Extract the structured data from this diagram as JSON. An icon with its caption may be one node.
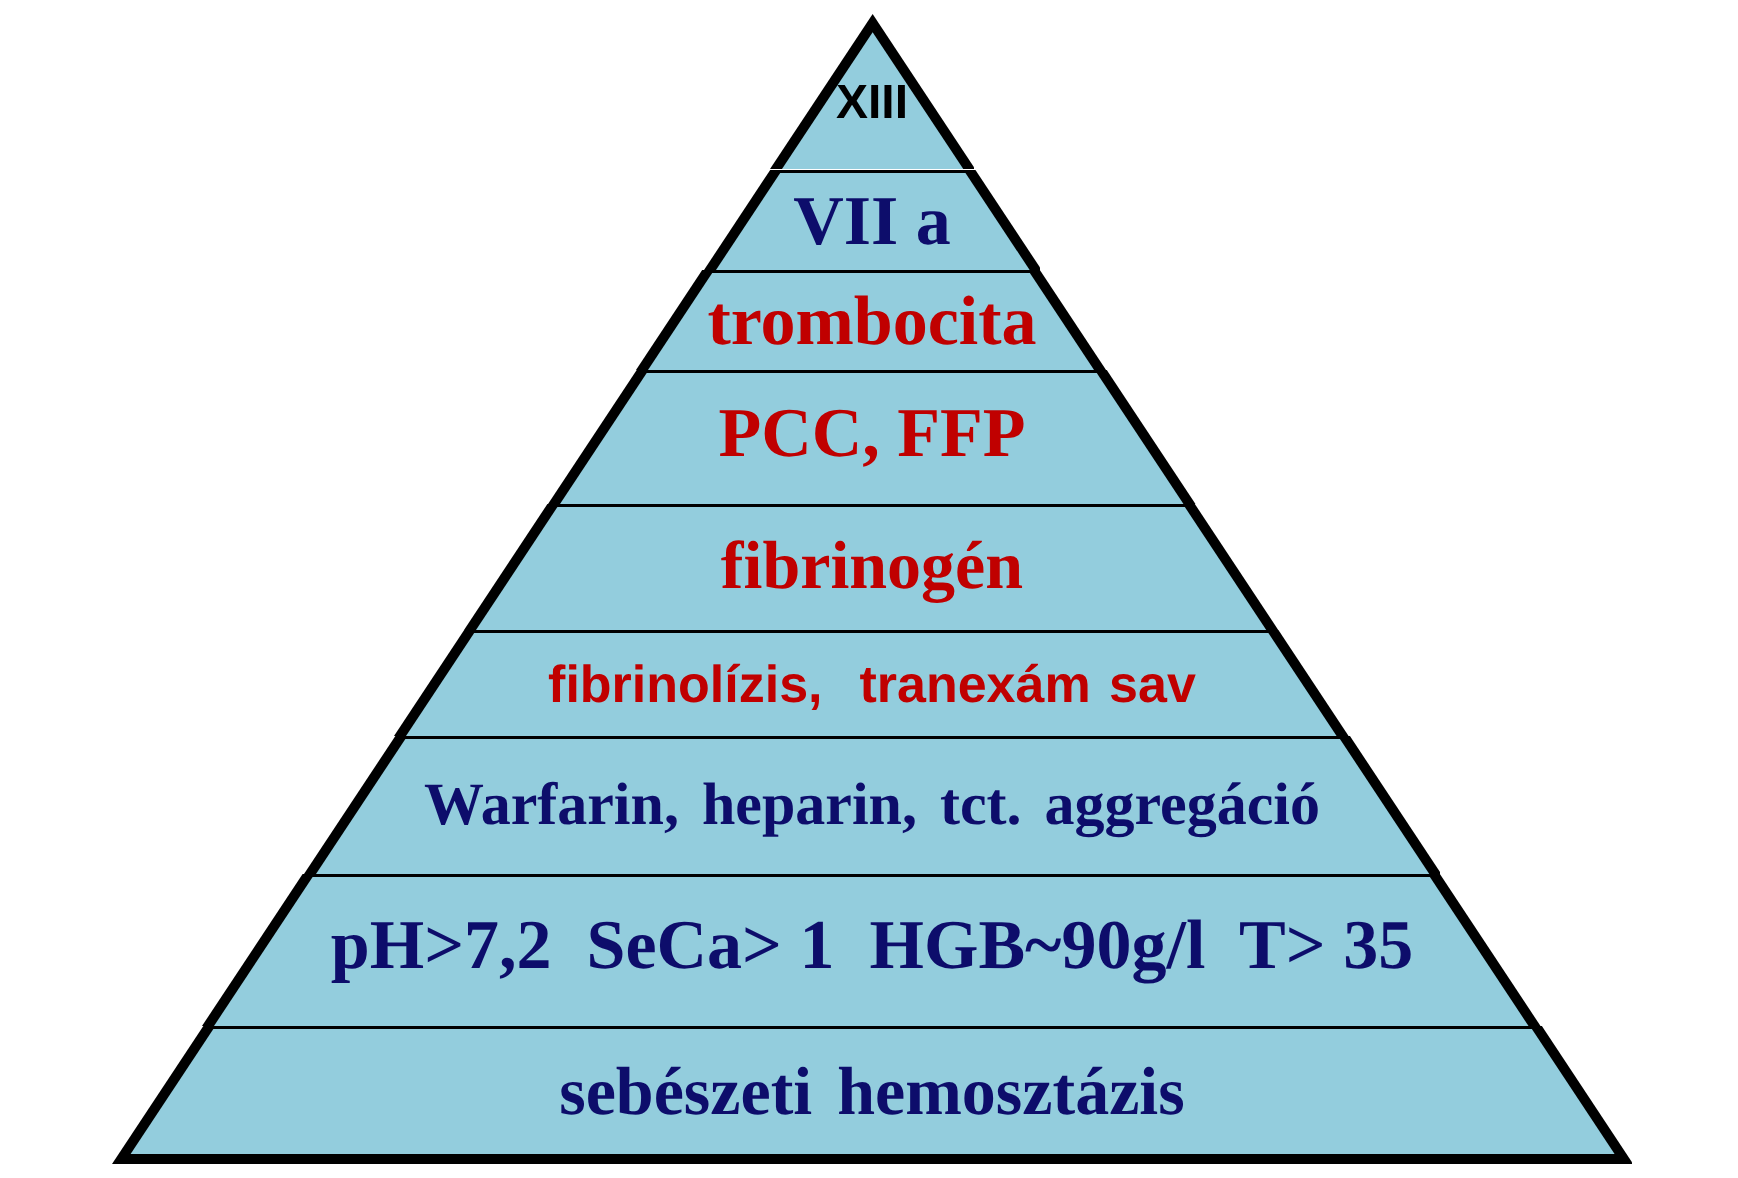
{
  "diagram": {
    "nodes": [
      {
        "text": [
          "XIII"
        ]
      },
      {
        "text": [
          "VII a"
        ]
      },
      {
        "text": [
          "trombocita"
        ]
      },
      {
        "text": [
          "PCC, FFP"
        ]
      },
      {
        "text": [
          "fibrinogén"
        ]
      },
      {
        "text": [
          "fibrinolízis,  tranexám sav"
        ]
      },
      {
        "text": [
          "Warfarin, heparin, tct. aggregáció"
        ]
      },
      {
        "text": [
          "pH>7,2  SeCa> 1  HGB~90g/l  T> 35"
        ]
      },
      {
        "text": [
          "sebészeti hemosztázis"
        ]
      }
    ]
  }
}
